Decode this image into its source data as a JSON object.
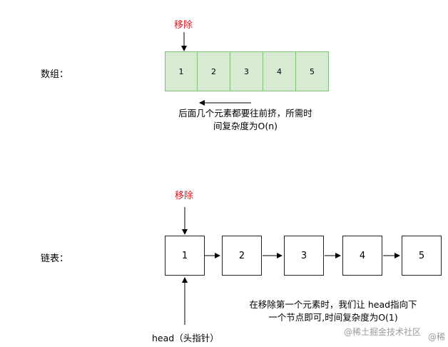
{
  "array_section": {
    "label": "数组：",
    "remove_label": "移除",
    "cells": [
      "1",
      "2",
      "3",
      "4",
      "5"
    ],
    "caption_line1": "后面几个元素都要往前挤，所需时",
    "caption_line2": "间复杂度为O(n)"
  },
  "list_section": {
    "label": "链表：",
    "remove_label": "移除",
    "nodes": [
      "1",
      "2",
      "3",
      "4",
      "5"
    ],
    "caption_line1": "在移除第一个元素时，我们让 head指向下",
    "caption_line2": "一个节点即可,时间复杂度为O(1)",
    "head_label": "head（头指针）"
  },
  "watermark": "@稀土掘金技术社区",
  "watermark_edge": "@稀",
  "colors": {
    "remove_text": "#e0141e",
    "array_fill": "#d7ebd2",
    "array_border": "#7fbf7a"
  }
}
